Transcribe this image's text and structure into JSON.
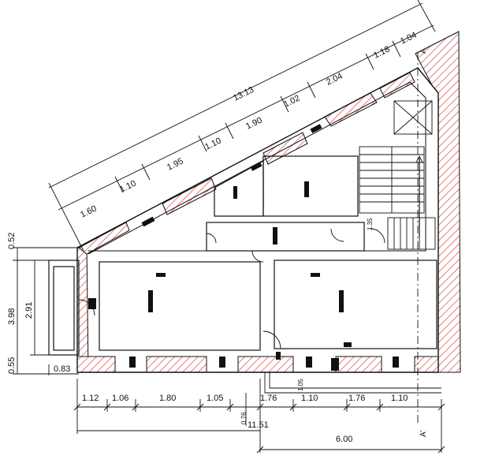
{
  "drawing": {
    "colors": {
      "line": "#111111",
      "hatch": "#e05a5a",
      "background": "#ffffff"
    },
    "dimensions": {
      "diagonal_total": "13.13",
      "diagonal_segments": [
        "1.60",
        "1.10",
        "1.95",
        "1.10",
        "1.90",
        "1.02",
        "2.04",
        "1.18",
        "1.04"
      ],
      "left_overall": "3.98",
      "left_room": "2.91",
      "left_top": "0.52",
      "left_bottom": "0.55",
      "left_bottom_horizontal": "0.83",
      "bottom_segments": [
        "1.12",
        "1.06",
        "1.80",
        "1.05",
        "1.76",
        "1.10",
        "1.76",
        "1.10"
      ],
      "bottom_total": "11.51",
      "bottom_right": "6.00",
      "bottom_small_vertical": "0.76",
      "stair_width": "1.05",
      "stair_small": "1.35"
    },
    "section_marks": {
      "top": "A",
      "bottom": "A'"
    }
  }
}
